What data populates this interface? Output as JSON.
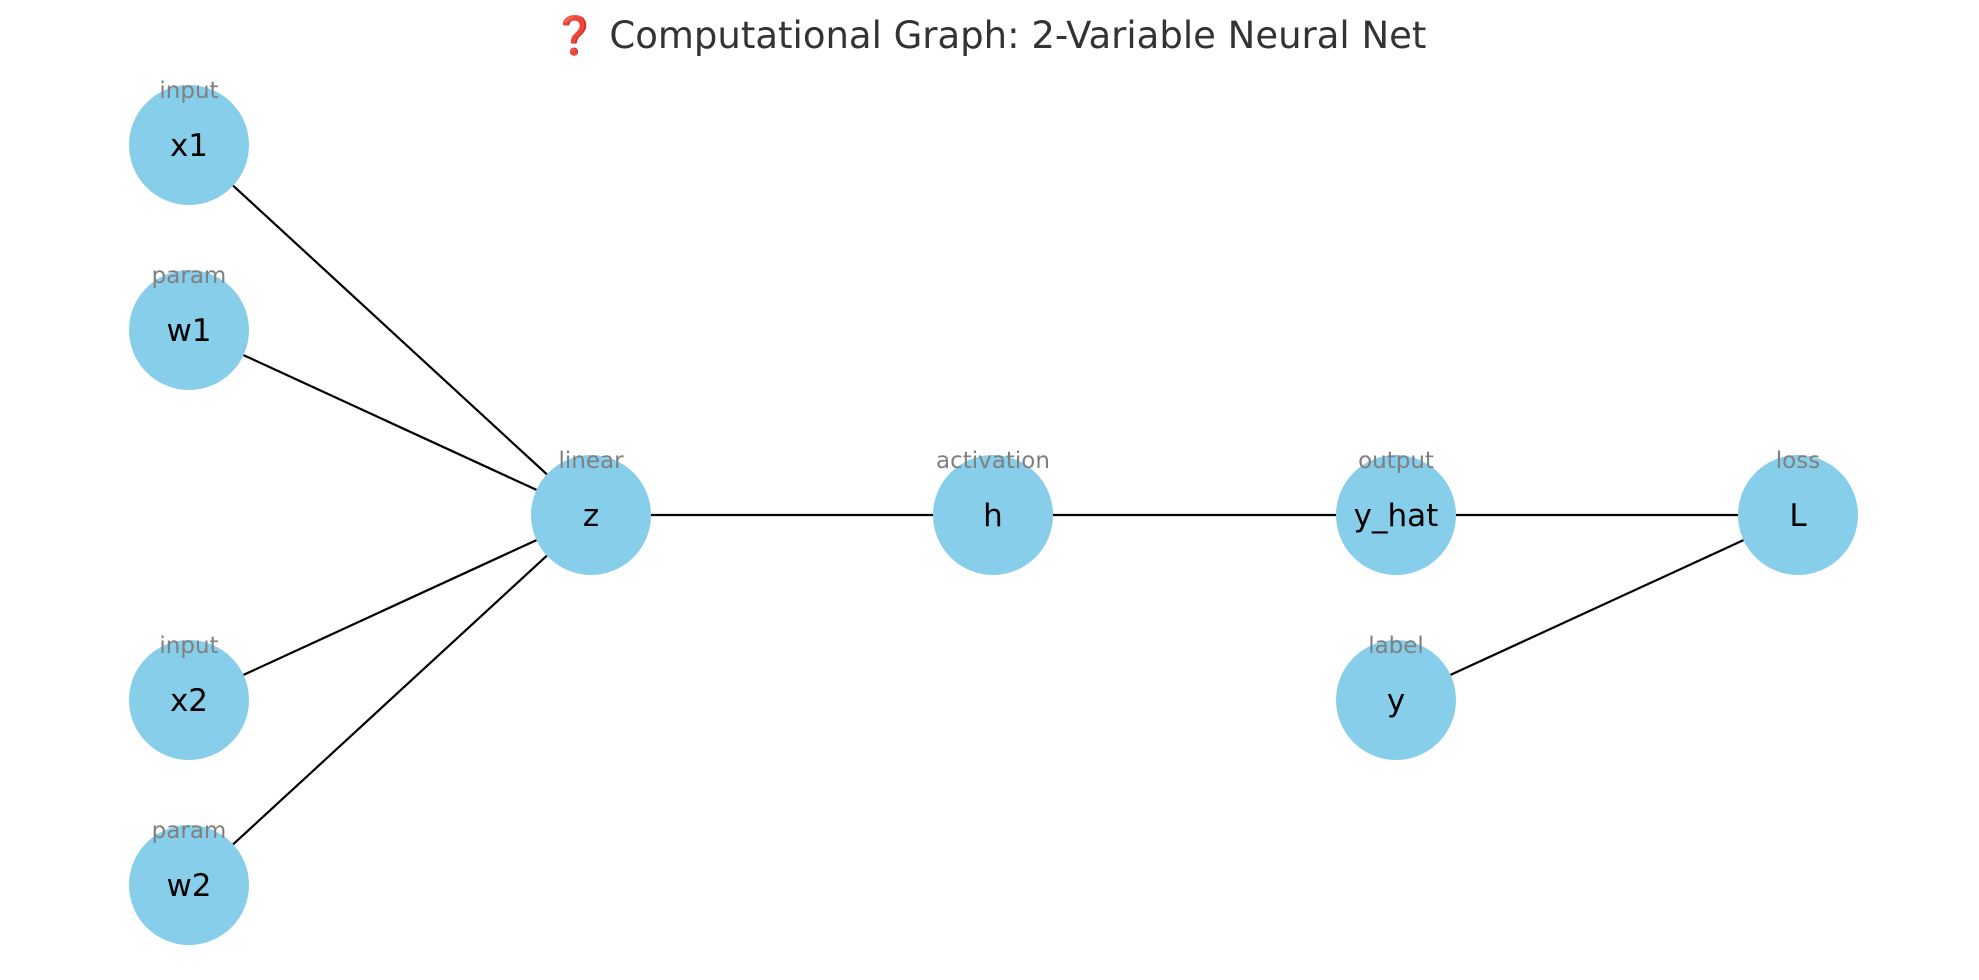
{
  "title": "❓ Computational Graph: 2-Variable Neural Net",
  "colors": {
    "node_fill": "#87ceeb",
    "edge": "#000000",
    "title": "#333333",
    "type_label": "#808080"
  },
  "nodes": [
    {
      "id": "x1",
      "label": "x1",
      "type": "input"
    },
    {
      "id": "w1",
      "label": "w1",
      "type": "param"
    },
    {
      "id": "x2",
      "label": "x2",
      "type": "input"
    },
    {
      "id": "w2",
      "label": "w2",
      "type": "param"
    },
    {
      "id": "z",
      "label": "z",
      "type": "linear"
    },
    {
      "id": "h",
      "label": "h",
      "type": "activation"
    },
    {
      "id": "y_hat",
      "label": "y_hat",
      "type": "output"
    },
    {
      "id": "y",
      "label": "y",
      "type": "label"
    },
    {
      "id": "L",
      "label": "L",
      "type": "loss"
    }
  ],
  "edges": [
    {
      "from": "x1",
      "to": "z"
    },
    {
      "from": "w1",
      "to": "z"
    },
    {
      "from": "x2",
      "to": "z"
    },
    {
      "from": "w2",
      "to": "z"
    },
    {
      "from": "z",
      "to": "h"
    },
    {
      "from": "h",
      "to": "y_hat"
    },
    {
      "from": "y_hat",
      "to": "L"
    },
    {
      "from": "y",
      "to": "L"
    }
  ]
}
